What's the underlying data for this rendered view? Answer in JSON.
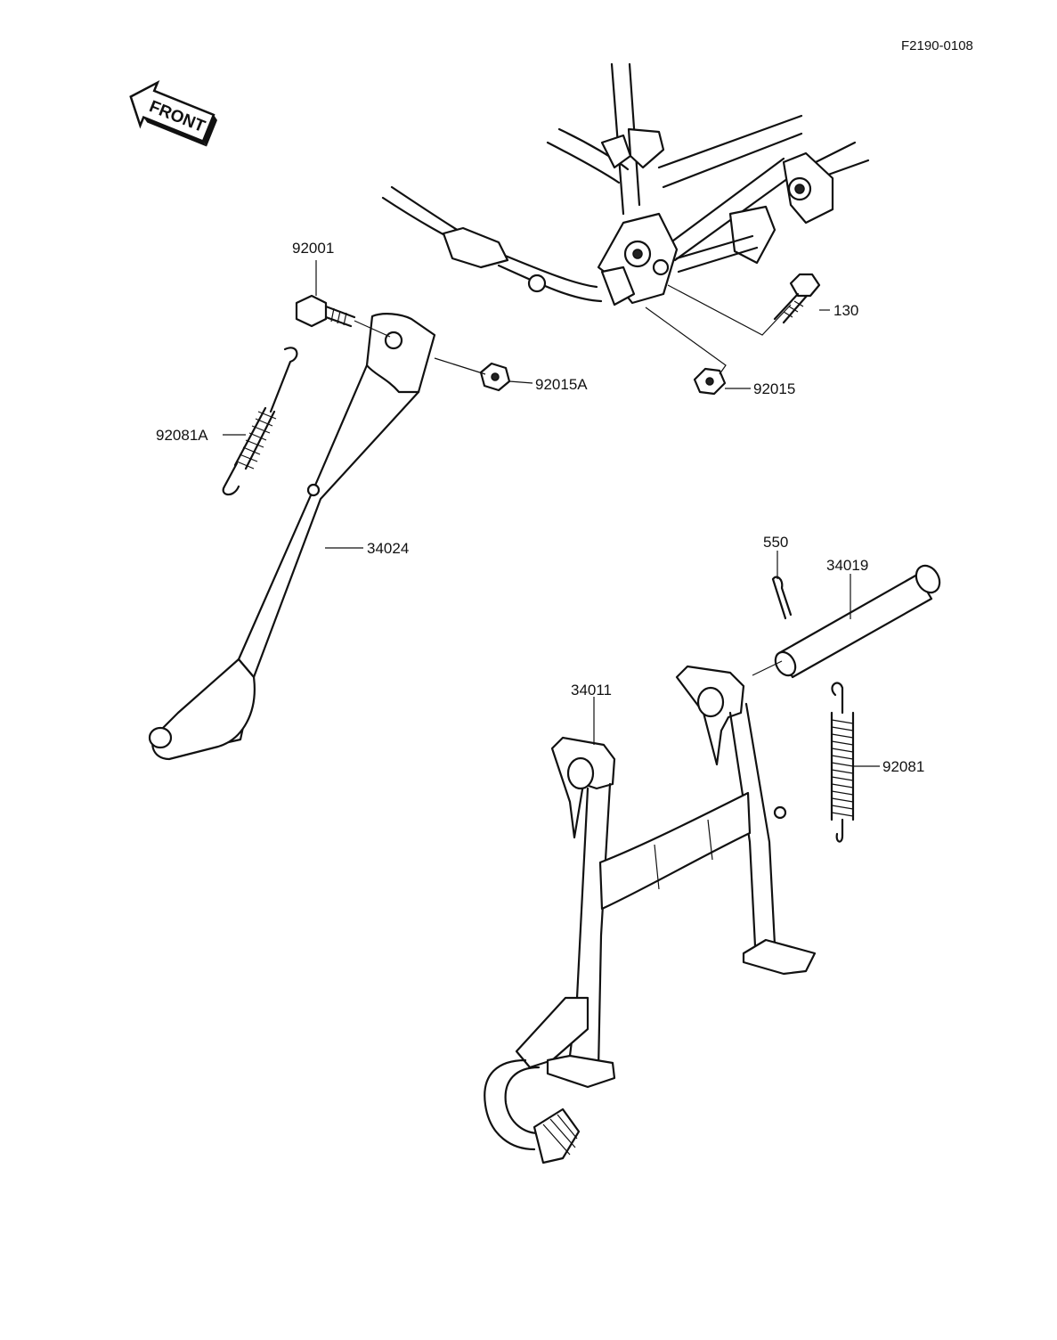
{
  "drawing_code": "F2190-0108",
  "front_label": "FRONT",
  "parts": [
    {
      "id": "92001",
      "label": "92001"
    },
    {
      "id": "92015A",
      "label": "92015A"
    },
    {
      "id": "92081A",
      "label": "92081A"
    },
    {
      "id": "34024",
      "label": "34024"
    },
    {
      "id": "130",
      "label": "130"
    },
    {
      "id": "92015",
      "label": "92015"
    },
    {
      "id": "550",
      "label": "550"
    },
    {
      "id": "34019",
      "label": "34019"
    },
    {
      "id": "34011",
      "label": "34011"
    },
    {
      "id": "92081",
      "label": "92081"
    }
  ]
}
